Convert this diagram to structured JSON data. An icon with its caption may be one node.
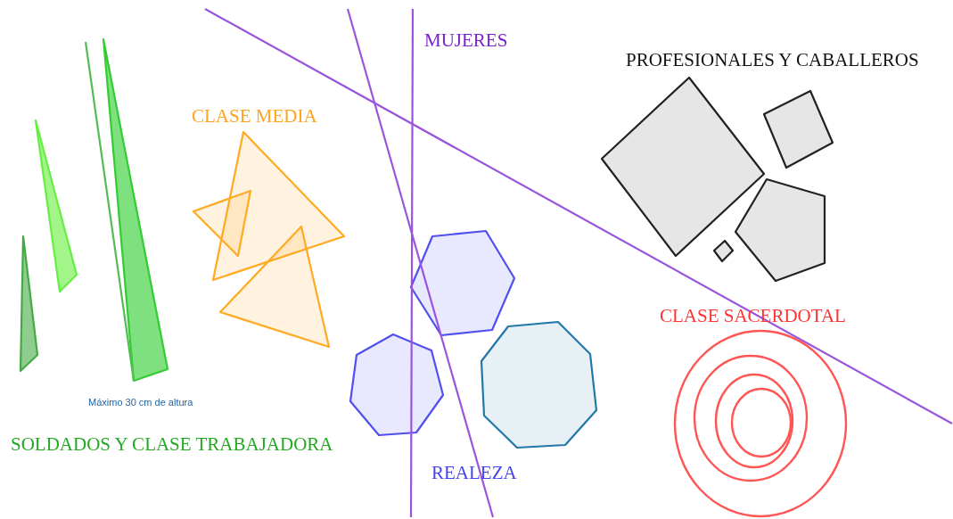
{
  "diagram": {
    "labels": [
      "MUJERES",
      "PROFESIONALES Y CABALLEROS",
      "CLASE MEDIA",
      "CLASE SACERDOTAL",
      "Máximo 30 cm de altura",
      "SOLDADOS Y CLASE TRABAJADORA",
      "REALEZA"
    ]
  }
}
